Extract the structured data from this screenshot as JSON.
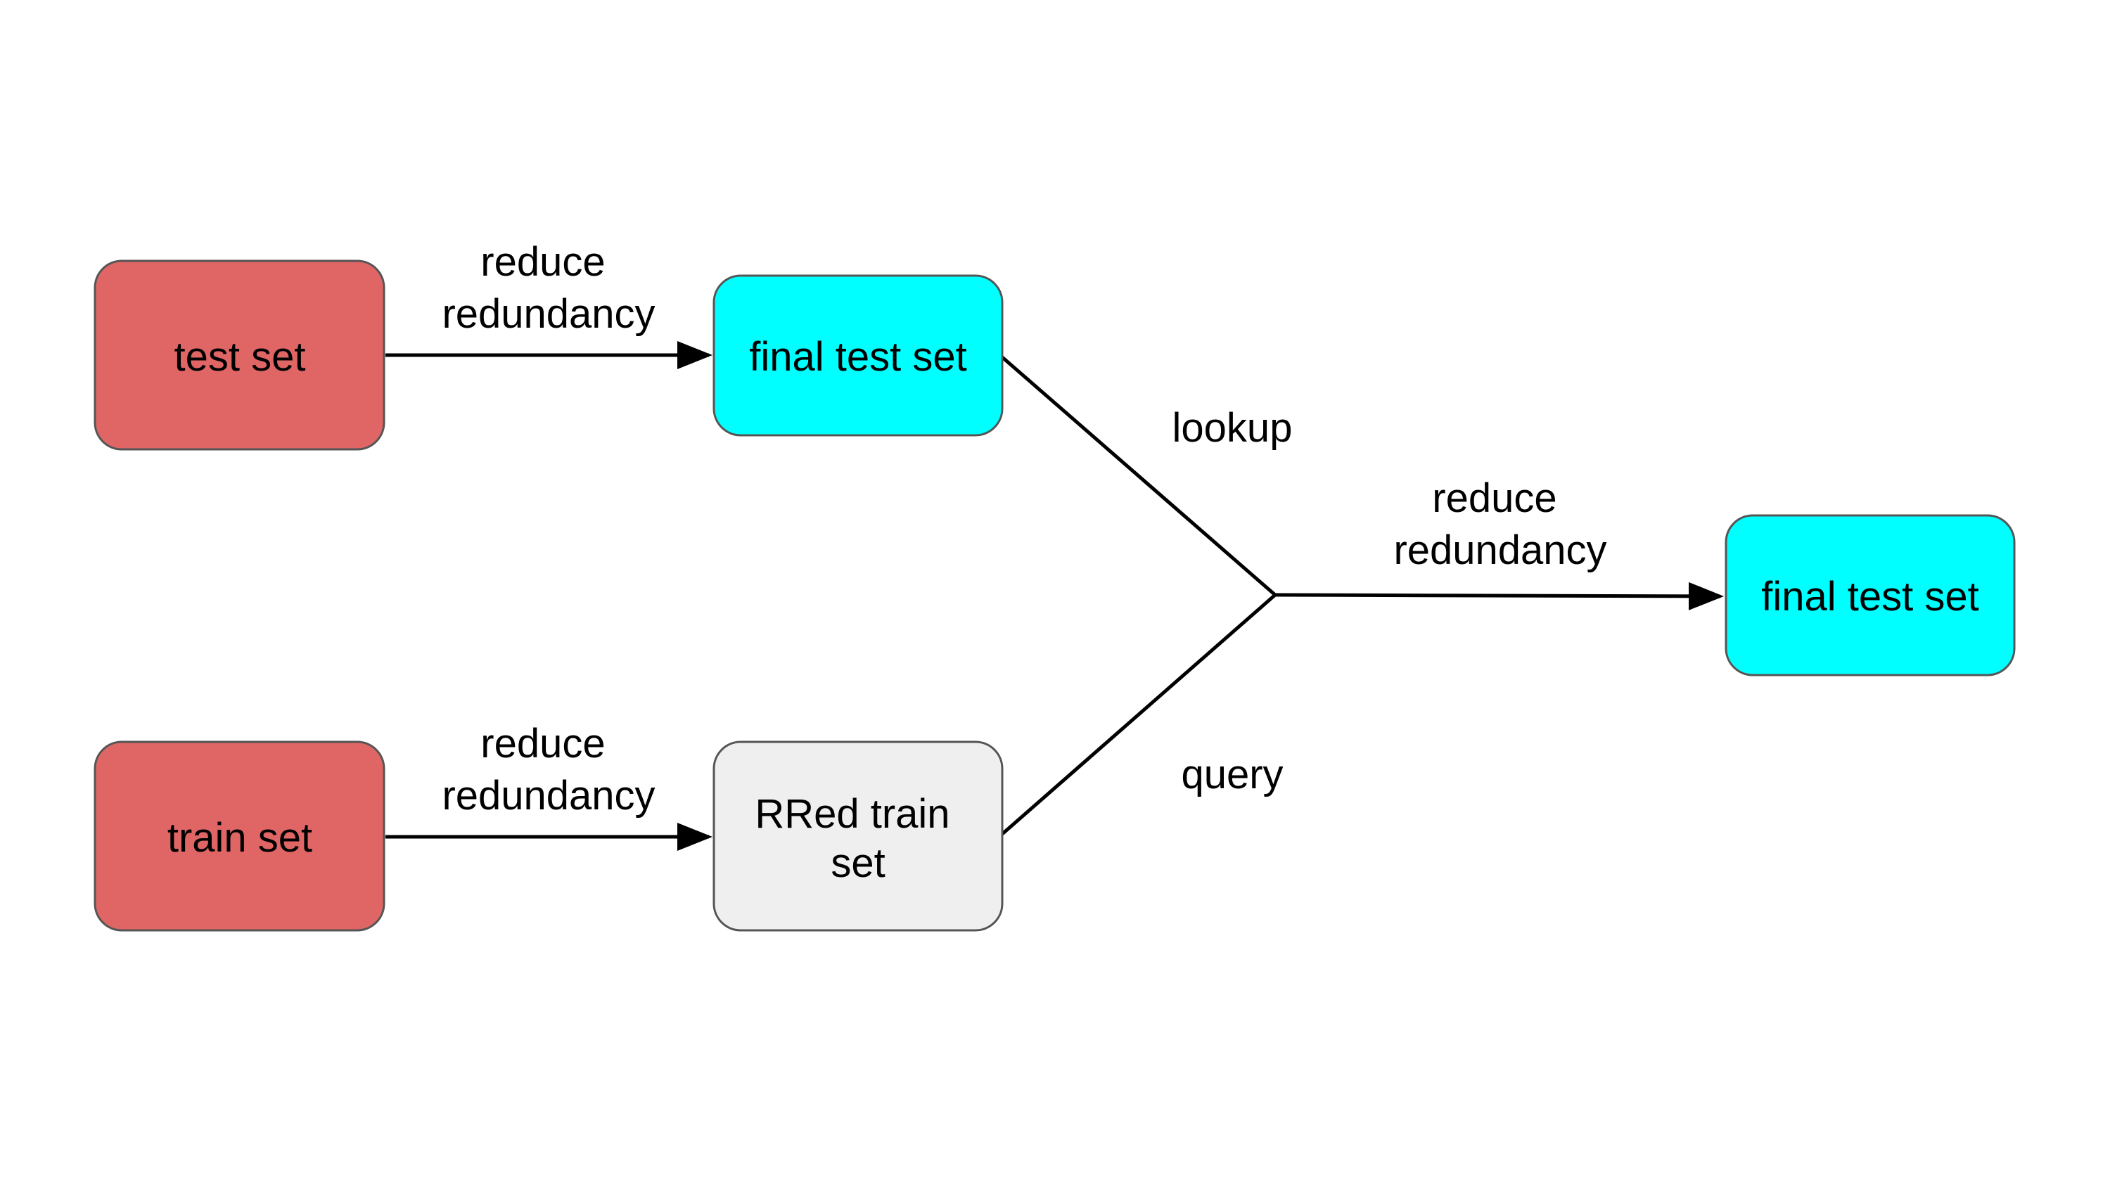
{
  "colors": {
    "input_set": "#e06666",
    "final_set": "#00ffff",
    "intermediate_set": "#efefef",
    "edge": "#000000"
  },
  "nodes": {
    "test_set": "test set",
    "train_set": "train set",
    "final_test_set_top": "final test set",
    "rred_train_set": {
      "line1": "RRed train",
      "line2": "set"
    },
    "final_test_set_right": "final test set"
  },
  "edges": {
    "test_reduce": {
      "line1": "reduce",
      "line2": "redundancy"
    },
    "train_reduce": {
      "line1": "reduce",
      "line2": "redundancy"
    },
    "lookup": "lookup",
    "query": "query",
    "final_reduce": {
      "line1": "reduce",
      "line2": "redundancy"
    }
  }
}
